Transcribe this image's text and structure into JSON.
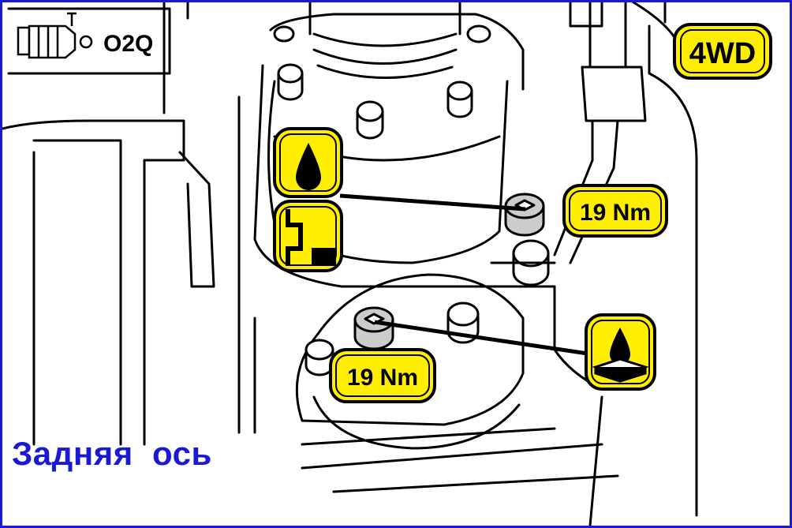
{
  "gearbox_code": "O2Q",
  "drive_badge": "4WD",
  "torque_upper": "19 Nm",
  "torque_lower": "19 Nm",
  "caption": "Задняя  ось",
  "colors": {
    "frame": "#1a1ad6",
    "caption": "#1a1ad6",
    "badge_fill": "#ffee00",
    "line": "#000000"
  },
  "icons": {
    "gearbox": "gearbox-icon",
    "fill_plug": "oil-fill-plug-icon",
    "oil_level": "oil-level-icon",
    "drain": "oil-drain-icon"
  }
}
